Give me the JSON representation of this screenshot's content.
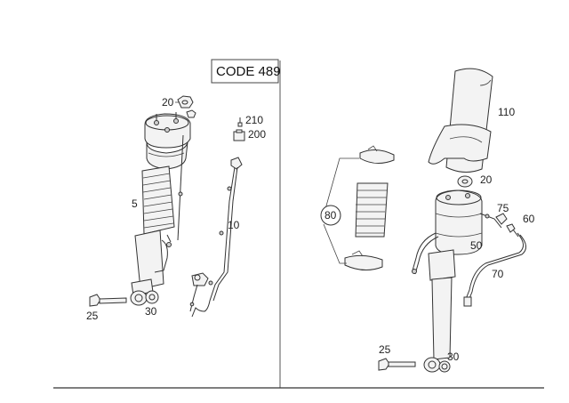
{
  "code_box": {
    "label": "CODE 489"
  },
  "left_callouts": {
    "c20": "20",
    "c210": "210",
    "c200": "200",
    "c5": "5",
    "c10": "10",
    "c25": "25",
    "c30": "30"
  },
  "right_callouts": {
    "c110": "110",
    "c20": "20",
    "c80": "80",
    "c75": "75",
    "c60": "60",
    "c50": "50",
    "c70": "70",
    "c25": "25",
    "c30": "30"
  }
}
